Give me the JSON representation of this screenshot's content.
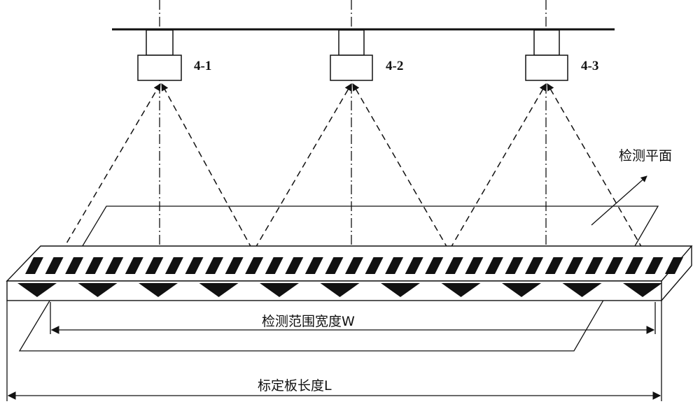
{
  "cameras": [
    {
      "label": "4-1"
    },
    {
      "label": "4-2"
    },
    {
      "label": "4-3"
    }
  ],
  "detection_plane_label": "检测平面",
  "detection_width_label": "检测范围宽度W",
  "board_length_label": "标定板长度L",
  "colors": {
    "stroke": "#111111",
    "fill": "#111111",
    "background": "#ffffff"
  }
}
